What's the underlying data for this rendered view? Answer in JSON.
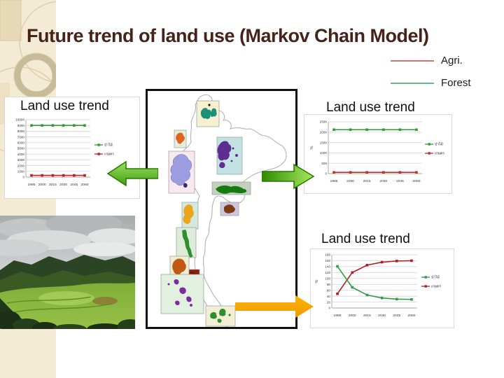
{
  "slide": {
    "title": "Future trend of land use (Markov Chain Model)"
  },
  "legend": {
    "items": [
      {
        "label": "Agri.",
        "color": "#d0756b"
      },
      {
        "label": "Forest",
        "color": "#66bb8e"
      }
    ]
  },
  "chart_data": [
    {
      "type": "line",
      "title": "Land use trend",
      "x": [
        1985,
        2000,
        2015,
        2030,
        2045,
        2060
      ],
      "ylim": [
        0,
        10000
      ],
      "ytick_step": 1000,
      "ylabel": "",
      "grid": true,
      "legend_position": "right",
      "series": [
        {
          "name": "เกษตร",
          "color": "#b92420",
          "values": [
            300,
            300,
            300,
            300,
            300,
            300
          ]
        },
        {
          "name": "ป่าไม้",
          "color": "#2f9e2f",
          "values": [
            9000,
            9000,
            9000,
            9000,
            9000,
            9000
          ]
        }
      ]
    },
    {
      "type": "line",
      "title": "Land use trend",
      "x": [
        1985,
        2000,
        2015,
        2030,
        2045,
        2060
      ],
      "ylim": [
        0,
        2500
      ],
      "ytick_step": 500,
      "ylabel": "%",
      "grid": true,
      "legend_position": "right",
      "series": [
        {
          "name": "เกษตร",
          "color": "#c23028",
          "values": [
            60,
            60,
            60,
            60,
            60,
            60
          ]
        },
        {
          "name": "ป่าไม้",
          "color": "#2f9e2f",
          "values": [
            2120,
            2120,
            2120,
            2120,
            2120,
            2120
          ]
        }
      ]
    },
    {
      "type": "line",
      "title": "Land use trend",
      "x": [
        1985,
        2000,
        2015,
        2030,
        2045,
        2060
      ],
      "ylim": [
        0,
        180
      ],
      "ytick_step": 20,
      "ylabel": "%",
      "grid": true,
      "legend_position": "right",
      "series": [
        {
          "name": "เกษตร",
          "color": "#b01f24",
          "values": [
            48,
            120,
            145,
            155,
            159,
            160
          ]
        },
        {
          "name": "ป่าไม้",
          "color": "#2f9e4a",
          "values": [
            141,
            70,
            44,
            34,
            30,
            29
          ]
        }
      ]
    }
  ]
}
